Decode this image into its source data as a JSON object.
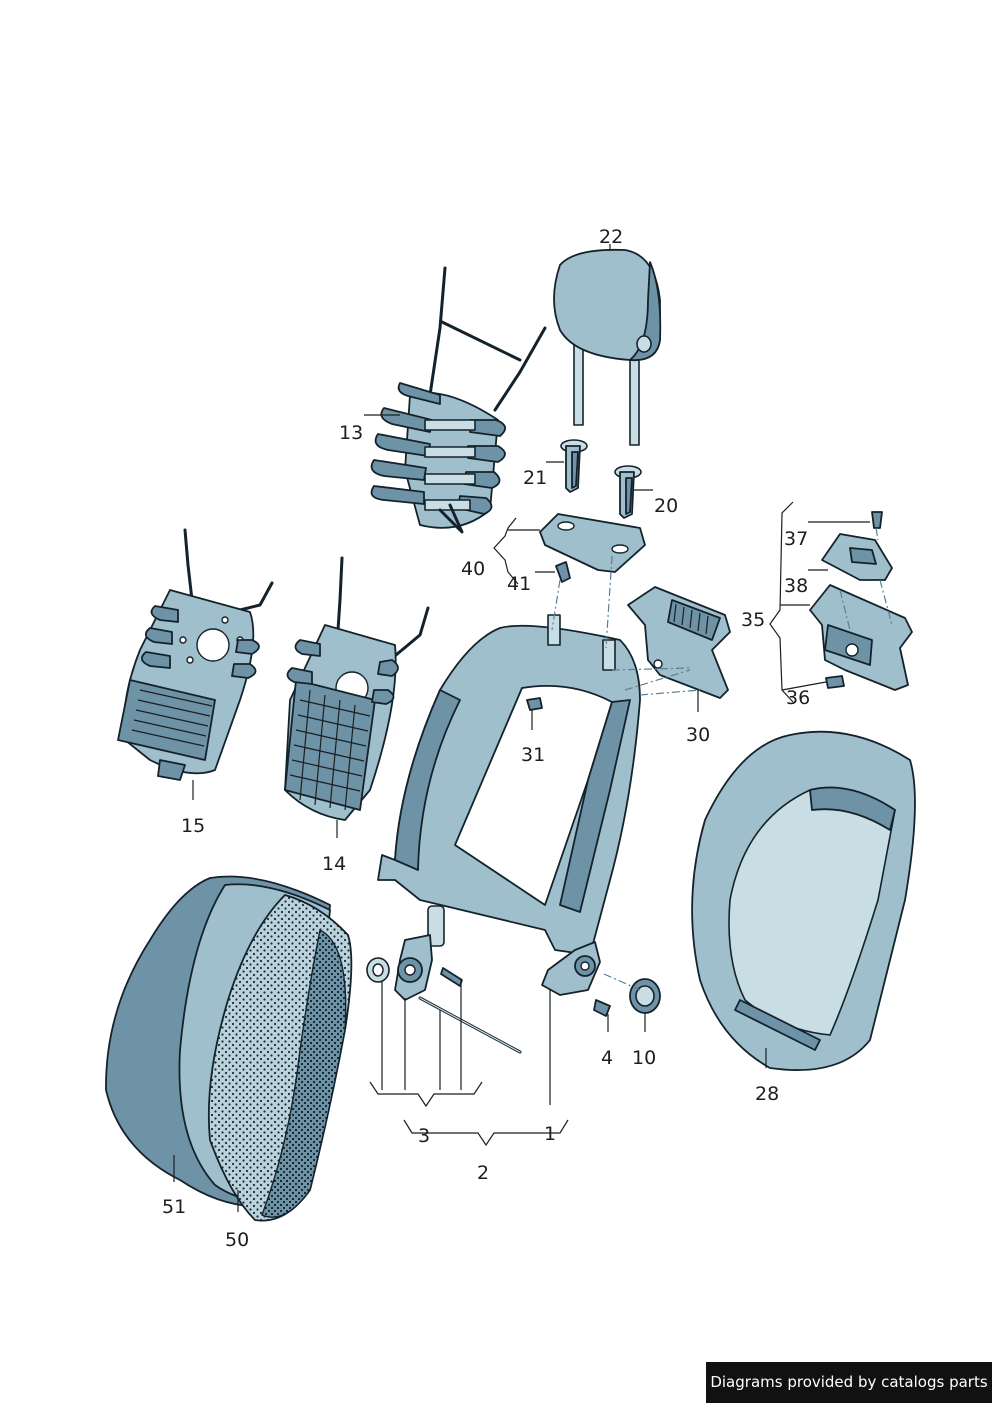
{
  "footer": {
    "text": "Diagrams provided by catalogs parts"
  },
  "labels": {
    "p22": "22",
    "p13": "13",
    "p21": "21",
    "p20": "20",
    "p40": "40",
    "p41": "41",
    "p37": "37",
    "p38": "38",
    "p35": "35",
    "p36": "36",
    "p30": "30",
    "p31": "31",
    "p15": "15",
    "p14": "14",
    "p28": "28",
    "p4": "4",
    "p10": "10",
    "p3": "3",
    "p1": "1",
    "p2": "2",
    "p51": "51",
    "p50": "50"
  },
  "colors": {
    "part_fill": "#9fbfcd",
    "part_dark": "#6f93a6",
    "outline": "#14222b",
    "footer_bg": "#111111"
  }
}
